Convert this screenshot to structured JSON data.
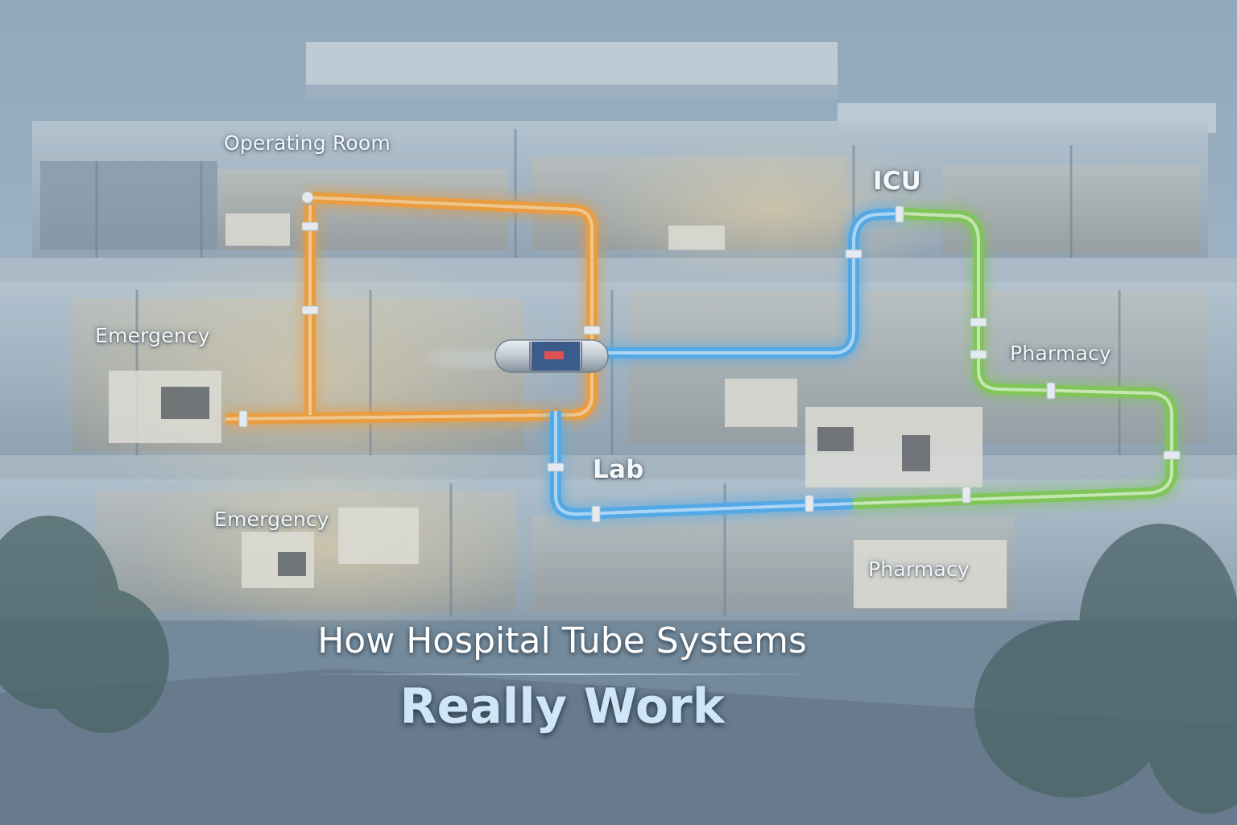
{
  "labels": {
    "operating_room": "Operating Room",
    "icu": "ICU",
    "emergency_upper": "Emergency",
    "pharmacy_upper": "Pharmacy",
    "lab": "Lab",
    "emergency_lower": "Emergency",
    "pharmacy_lower": "Pharmacy"
  },
  "title": {
    "line1": "How Hospital Tube Systems",
    "line2": "Really Work"
  },
  "colors": {
    "orange_tube": "#f39a32",
    "blue_tube": "#4aa8ea",
    "green_tube": "#7cc84a",
    "title_accent": "#cfe6f7"
  }
}
